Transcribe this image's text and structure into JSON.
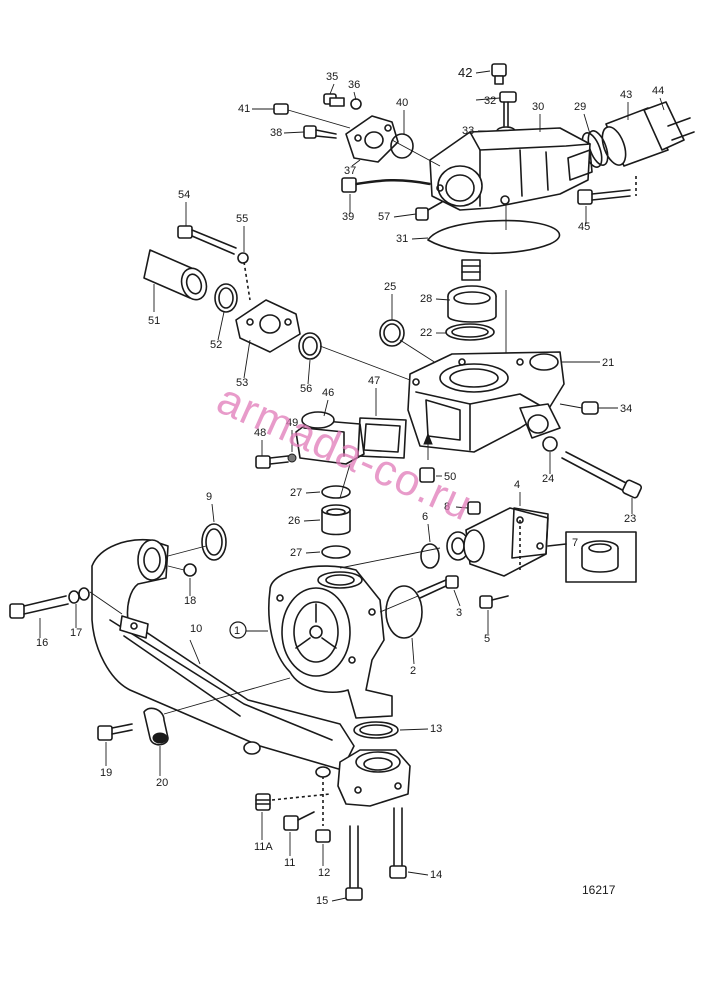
{
  "drawing": {
    "reference_number": "16217",
    "watermark": "armada-co.ru"
  },
  "callouts": [
    {
      "id": "c42",
      "label": "42"
    },
    {
      "id": "c35",
      "label": "35"
    },
    {
      "id": "c36",
      "label": "36"
    },
    {
      "id": "c32",
      "label": "32"
    },
    {
      "id": "c43",
      "label": "43"
    },
    {
      "id": "c44",
      "label": "44"
    },
    {
      "id": "c41",
      "label": "41"
    },
    {
      "id": "c40",
      "label": "40"
    },
    {
      "id": "c30",
      "label": "30"
    },
    {
      "id": "c29",
      "label": "29"
    },
    {
      "id": "c38",
      "label": "38"
    },
    {
      "id": "c33",
      "label": "33"
    },
    {
      "id": "c37",
      "label": "37"
    },
    {
      "id": "c39",
      "label": "39"
    },
    {
      "id": "c57",
      "label": "57"
    },
    {
      "id": "c45",
      "label": "45"
    },
    {
      "id": "c31",
      "label": "31"
    },
    {
      "id": "c54",
      "label": "54"
    },
    {
      "id": "c55",
      "label": "55"
    },
    {
      "id": "c25",
      "label": "25"
    },
    {
      "id": "c28",
      "label": "28"
    },
    {
      "id": "c22",
      "label": "22"
    },
    {
      "id": "c21",
      "label": "21"
    },
    {
      "id": "c51",
      "label": "51"
    },
    {
      "id": "c52",
      "label": "52"
    },
    {
      "id": "c53",
      "label": "53"
    },
    {
      "id": "c56",
      "label": "56"
    },
    {
      "id": "c46",
      "label": "46"
    },
    {
      "id": "c47",
      "label": "47"
    },
    {
      "id": "c34",
      "label": "34"
    },
    {
      "id": "c48",
      "label": "48"
    },
    {
      "id": "c49",
      "label": "49"
    },
    {
      "id": "c50",
      "label": "50"
    },
    {
      "id": "c24",
      "label": "24"
    },
    {
      "id": "c27a",
      "label": "27"
    },
    {
      "id": "c23",
      "label": "23"
    },
    {
      "id": "c9",
      "label": "9"
    },
    {
      "id": "c8",
      "label": "8"
    },
    {
      "id": "c4",
      "label": "4"
    },
    {
      "id": "c26",
      "label": "26"
    },
    {
      "id": "c6",
      "label": "6"
    },
    {
      "id": "c27b",
      "label": "27"
    },
    {
      "id": "c7",
      "label": "7"
    },
    {
      "id": "c18",
      "label": "18"
    },
    {
      "id": "c16",
      "label": "16"
    },
    {
      "id": "c17",
      "label": "17"
    },
    {
      "id": "c10",
      "label": "10"
    },
    {
      "id": "c1",
      "label": "1"
    },
    {
      "id": "c3",
      "label": "3"
    },
    {
      "id": "c5",
      "label": "5"
    },
    {
      "id": "c2",
      "label": "2"
    },
    {
      "id": "c19",
      "label": "19"
    },
    {
      "id": "c20",
      "label": "20"
    },
    {
      "id": "c13",
      "label": "13"
    },
    {
      "id": "c11a",
      "label": "11A"
    },
    {
      "id": "c11",
      "label": "11"
    },
    {
      "id": "c12",
      "label": "12"
    },
    {
      "id": "c14",
      "label": "14"
    },
    {
      "id": "c15",
      "label": "15"
    }
  ]
}
